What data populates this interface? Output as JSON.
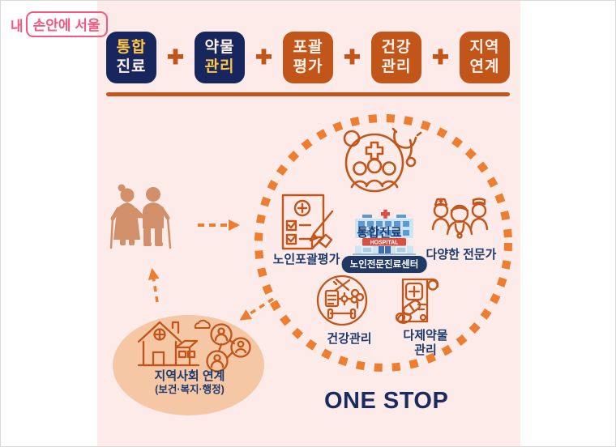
{
  "logo": {
    "prefix": "내",
    "boxed": "손안에 서울"
  },
  "top_row": {
    "plus": "✚",
    "boxes": [
      {
        "line1": "통합",
        "line2": "진료"
      },
      {
        "line1": "약물",
        "line2": "관리"
      },
      {
        "line1": "포괄",
        "line2": "평가"
      },
      {
        "line1": "건강",
        "line2": "관리"
      },
      {
        "line1": "지역",
        "line2": "연계"
      }
    ]
  },
  "diagram": {
    "nodes": {
      "top": "통합진료",
      "left": "노인포괄평가",
      "right": "다양한 전문가",
      "bottom_left": "건강관리",
      "bottom_right_line1": "다제약물",
      "bottom_right_line2": "관리"
    },
    "center_badge": "노인전문진료센터",
    "hospital_sign": "HOSPITAL",
    "community": {
      "title": "지역사회 연계",
      "subtitle": "(보건·복지·행정)"
    },
    "one_stop": "ONE STOP"
  },
  "colors": {
    "panel_bg": "#fcebe9",
    "navy_box": "#17265c",
    "orange_box": "#c2561a",
    "gold_text": "#ffc648",
    "cream_text": "#fdf2e9",
    "dotted_circle_orange": "#ed7d31",
    "icon_stroke_orange": "#c2561a",
    "label_navy": "#1e3a6e",
    "oval_peach": "#f5c7a4",
    "couple_tan": "#d2906a",
    "logo_pink": "#f4577f",
    "hospital_blue": "#cfe4f3",
    "hospital_window_blue": "#5b9bd5",
    "hospital_red": "#d94f44",
    "badge_navy": "#203864",
    "one_stop_navy": "#1b2b5e"
  }
}
